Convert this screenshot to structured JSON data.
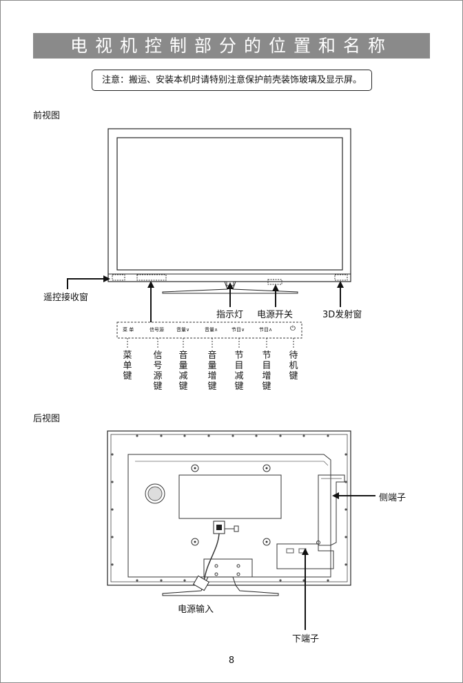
{
  "banner_title": "电视机控制部分的位置和名称",
  "notice": "注意：搬运、安装本机时请特别注意保护前壳装饰玻璃及显示屏。",
  "front_view": {
    "section_title": "前视图",
    "callouts": {
      "remote_window": "遥控接收窗",
      "indicator": "指示灯",
      "power_switch": "电源开关",
      "emitter_3d": "3D发射窗"
    },
    "panel_keys": [
      "菜 单",
      "信号源",
      "音量∨",
      "音量∧",
      "节目∨",
      "节目∧",
      "⏻"
    ],
    "key_names": [
      "菜单键",
      "信号源键",
      "音量减键",
      "音量增键",
      "节目减键",
      "节目增键",
      "待机键"
    ]
  },
  "rear_view": {
    "section_title": "后视图",
    "callouts": {
      "side_terminals": "侧端子",
      "power_input": "电源输入",
      "bottom_terminals": "下端子"
    }
  },
  "page_number": "8"
}
